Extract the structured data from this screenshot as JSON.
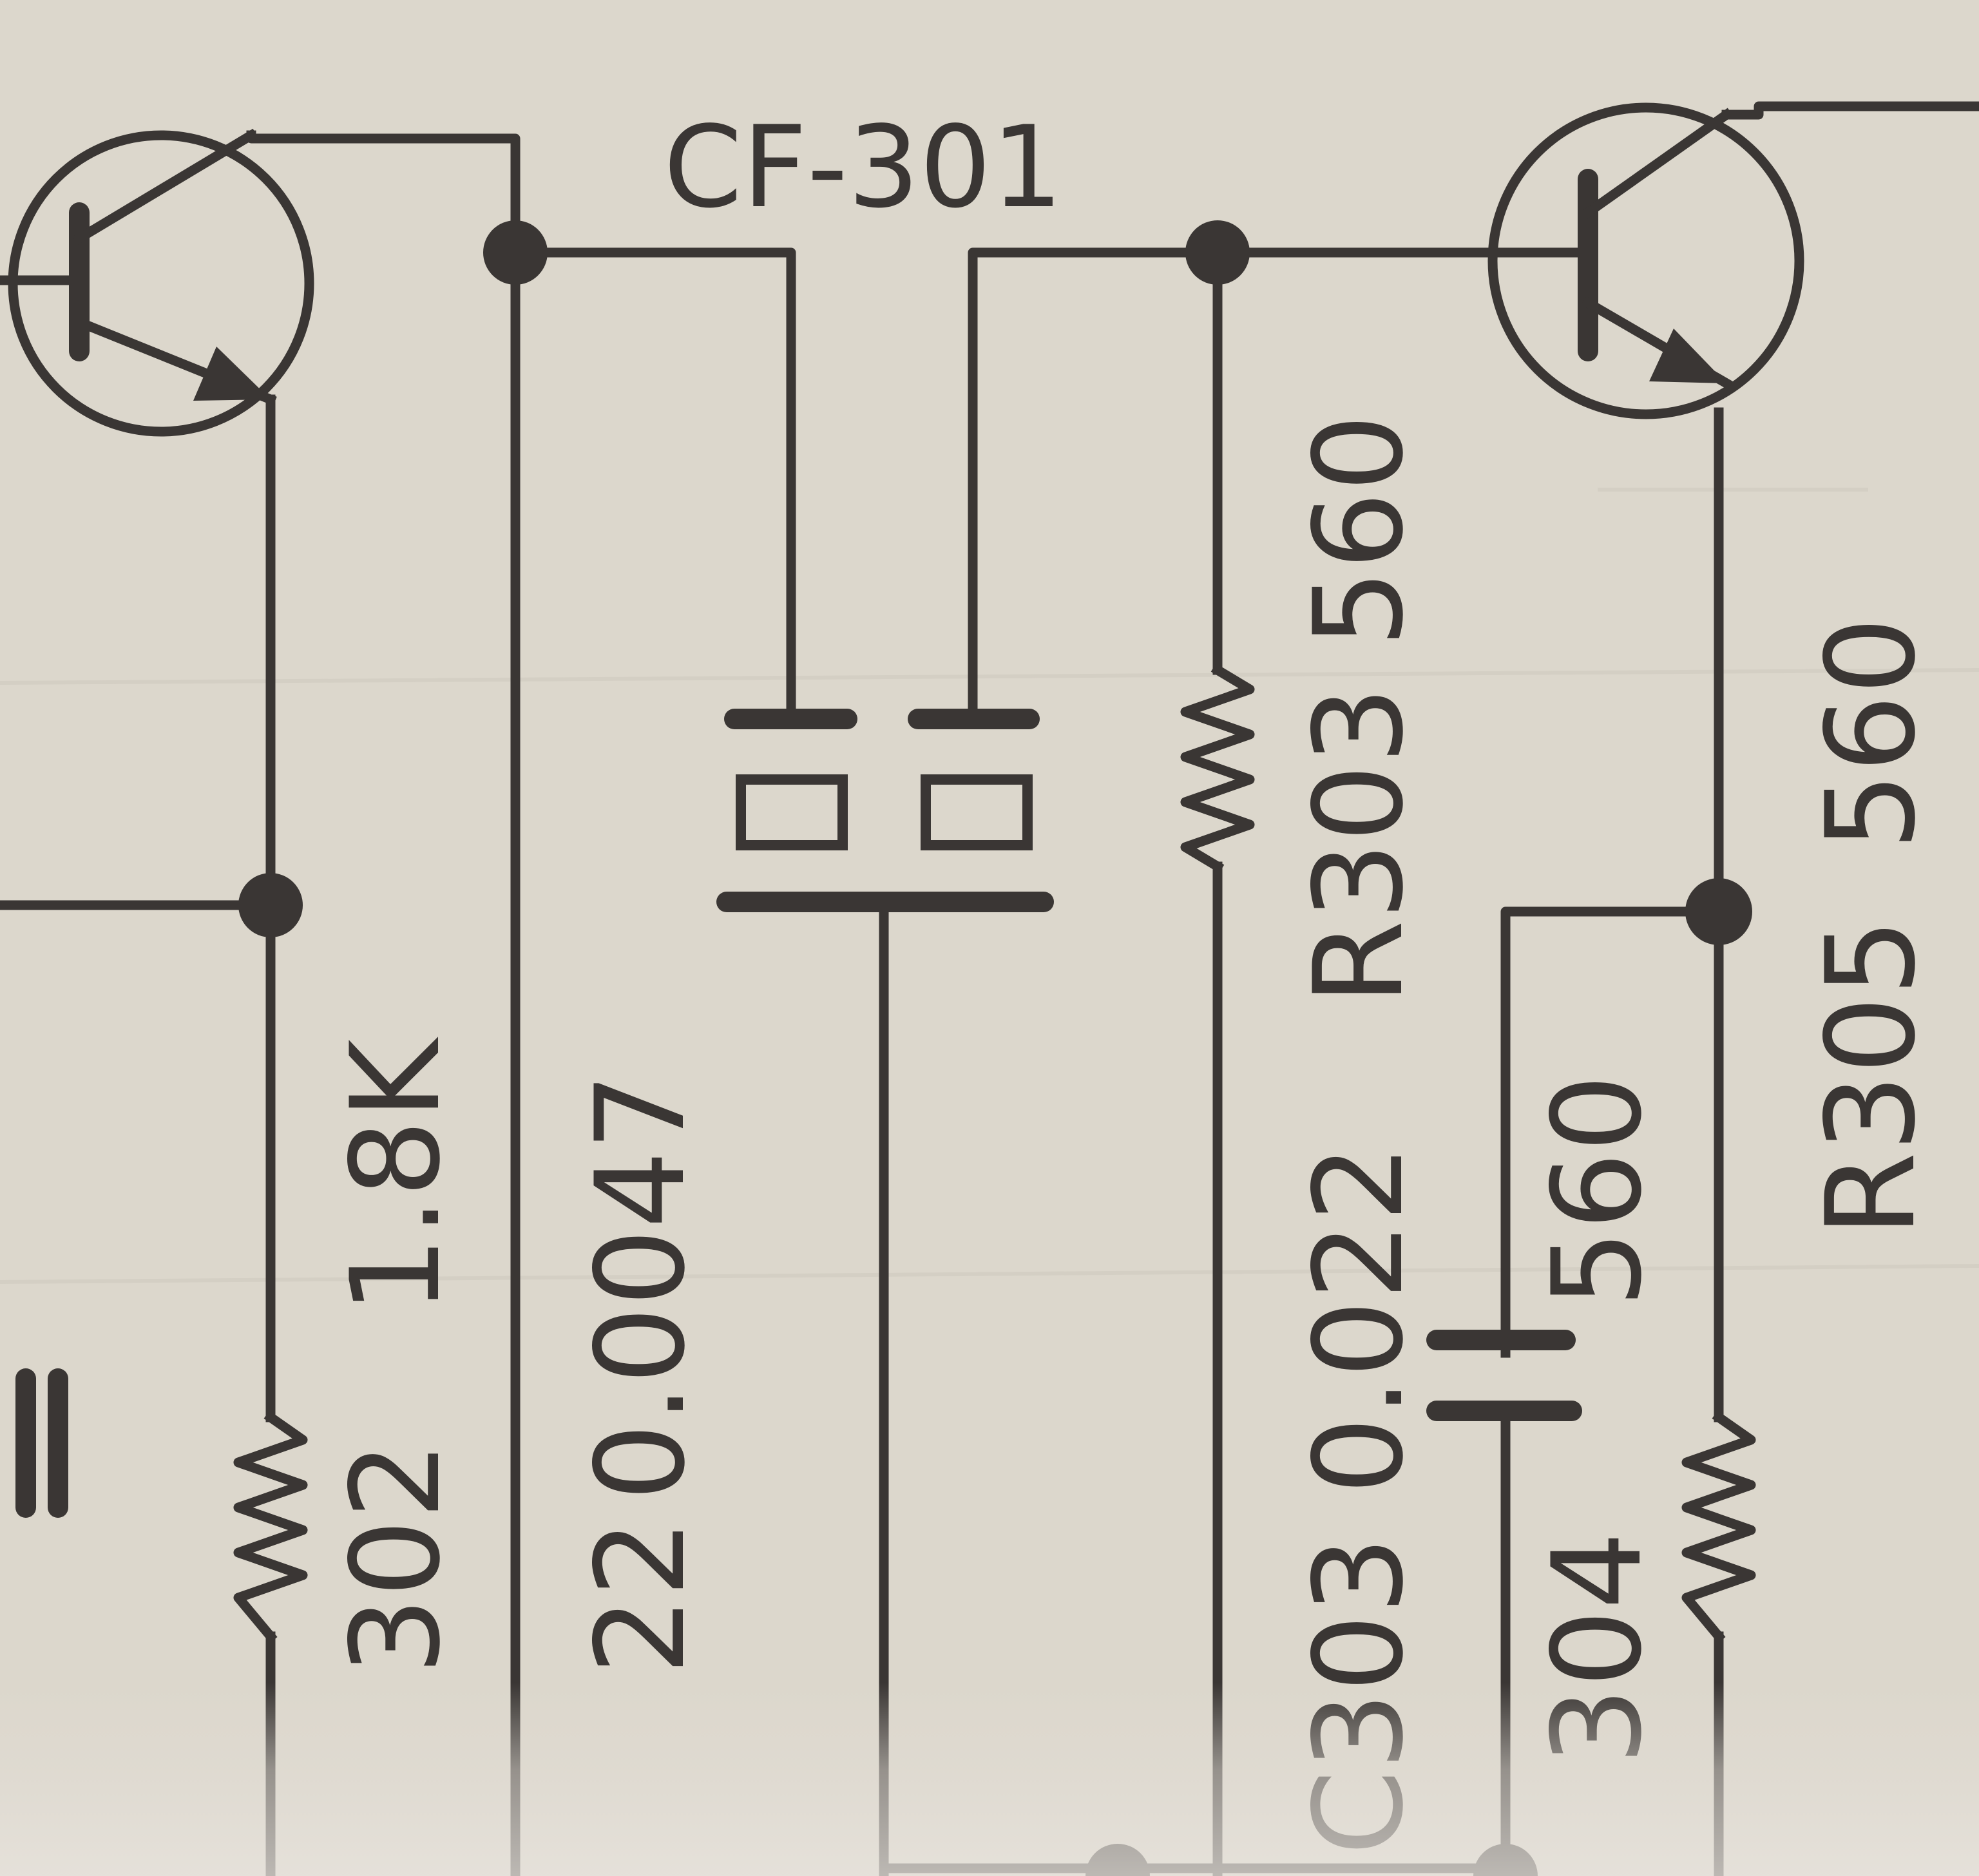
{
  "components": {
    "cf301": {
      "ref": "CF-301"
    },
    "r302": {
      "ref": "302",
      "value": "1.8K"
    },
    "c302": {
      "ref": "22",
      "value": "0.0047"
    },
    "r303": {
      "ref": "R303",
      "value": "560"
    },
    "c303": {
      "ref": "C303",
      "value": "0.022"
    },
    "r304": {
      "ref": "304",
      "value": "560"
    },
    "r305": {
      "ref": "R305",
      "value": "560"
    }
  },
  "colors": {
    "paper": "#dcd7cc",
    "ink": "#3a3634"
  }
}
